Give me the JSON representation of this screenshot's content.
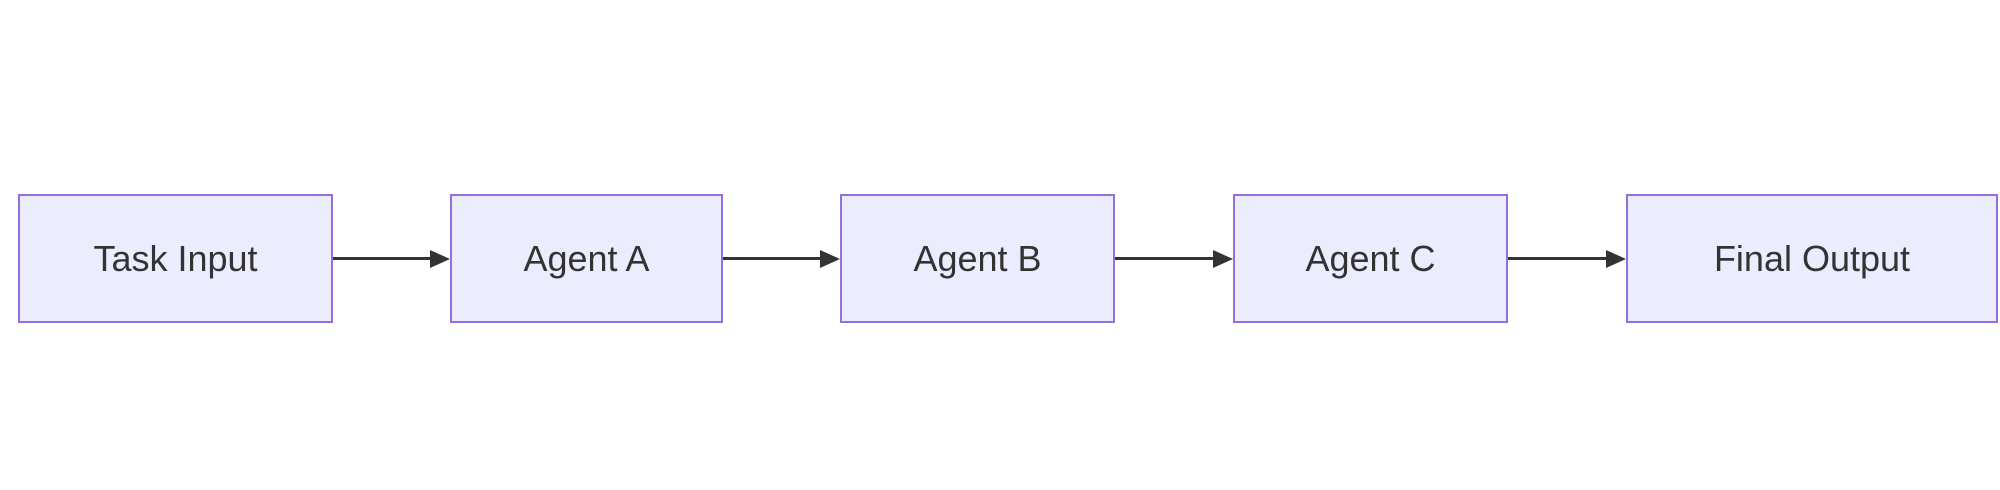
{
  "diagram": {
    "type": "flowchart-left-to-right",
    "background": "#ffffff",
    "node_fill": "#ECECFF",
    "node_border": "#9370DB",
    "text_color": "#333333",
    "arrow_color": "#333333",
    "nodes": [
      {
        "id": "task-input",
        "label": "Task Input"
      },
      {
        "id": "agent-a",
        "label": "Agent A"
      },
      {
        "id": "agent-b",
        "label": "Agent B"
      },
      {
        "id": "agent-c",
        "label": "Agent C"
      },
      {
        "id": "final-output",
        "label": "Final Output"
      }
    ],
    "edges": [
      {
        "from": "task-input",
        "to": "agent-a"
      },
      {
        "from": "agent-a",
        "to": "agent-b"
      },
      {
        "from": "agent-b",
        "to": "agent-c"
      },
      {
        "from": "agent-c",
        "to": "final-output"
      }
    ]
  }
}
